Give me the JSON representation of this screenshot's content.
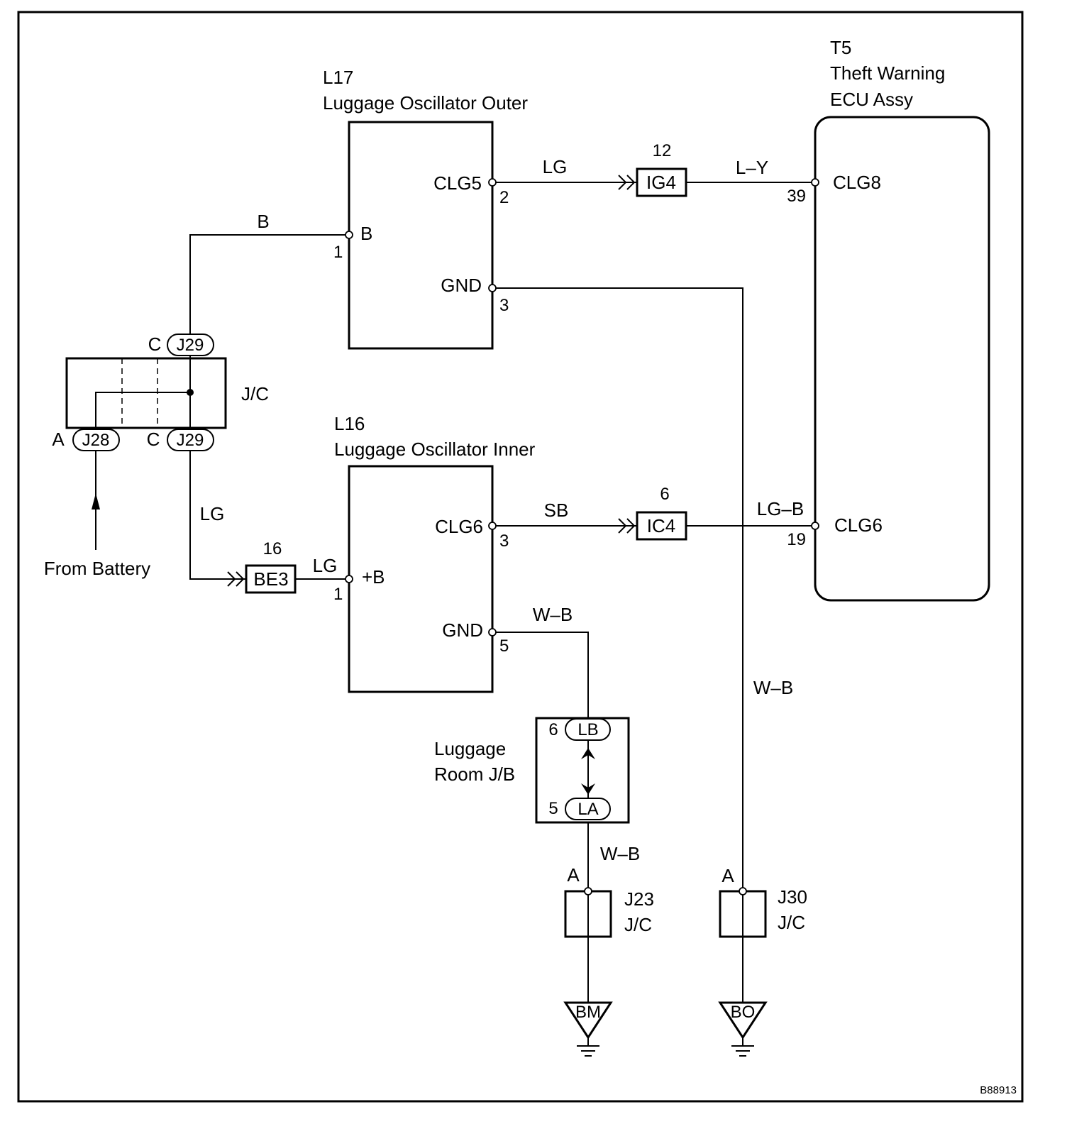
{
  "diagram_id": "B88913",
  "colors": {
    "line": "#000000",
    "background": "#ffffff"
  },
  "components": {
    "l17": {
      "code": "L17",
      "name": "Luggage Oscillator Outer",
      "pins": {
        "clg5": "CLG5",
        "clg5_num": "2",
        "b": "B",
        "b_num": "1",
        "gnd": "GND",
        "gnd_num": "3"
      }
    },
    "l16": {
      "code": "L16",
      "name": "Luggage Oscillator Inner",
      "pins": {
        "clg6": "CLG6",
        "clg6_num": "3",
        "plusb": "+B",
        "plusb_num": "1",
        "gnd": "GND",
        "gnd_num": "5"
      }
    },
    "t5": {
      "code": "T5",
      "name_line1": "Theft Warning",
      "name_line2": "ECU Assy",
      "pins": {
        "clg8": "CLG8",
        "clg8_num": "39",
        "clg6": "CLG6",
        "clg6_num": "19"
      }
    },
    "jc_main": {
      "label": "J/C",
      "top_pin": "C",
      "top_conn": "J29",
      "bottom_left_pin": "A",
      "bottom_left_conn": "J28",
      "bottom_right_pin": "C",
      "bottom_right_conn": "J29"
    },
    "luggage_jb": {
      "name_line1": "Luggage",
      "name_line2": "Room J/B",
      "top_pin": "6",
      "top_conn": "LB",
      "bottom_pin": "5",
      "bottom_conn": "LA"
    },
    "j23": {
      "pin": "A",
      "code": "J23",
      "label": "J/C"
    },
    "j30": {
      "pin": "A",
      "code": "J30",
      "label": "J/C"
    },
    "from_battery": "From Battery"
  },
  "connectors": {
    "ig4": {
      "code": "IG4",
      "pin": "12"
    },
    "ic4": {
      "code": "IC4",
      "pin": "6"
    },
    "be3": {
      "code": "BE3",
      "pin": "16"
    }
  },
  "wires": {
    "clg5_to_ig4": "LG",
    "ig4_to_clg8": "L–Y",
    "jc_to_b": "B",
    "clg6_to_ic4": "SB",
    "ic4_to_clg6": "LG–B",
    "jc_to_be3": "LG",
    "be3_to_plusb": "LG",
    "gnd_l16": "W–B",
    "gnd_l17": "W–B",
    "jb_to_j23": "W–B"
  },
  "grounds": {
    "bm": "BM",
    "bo": "BO"
  }
}
